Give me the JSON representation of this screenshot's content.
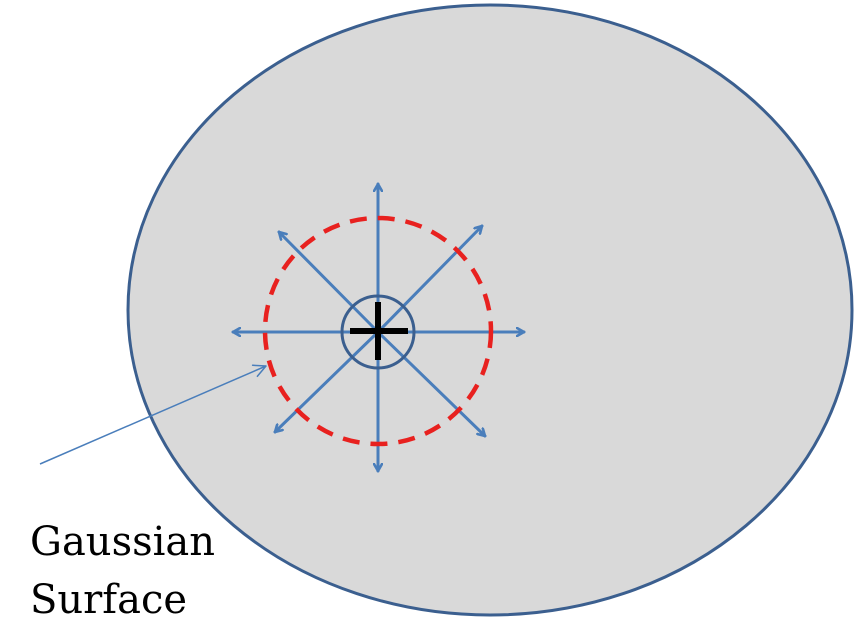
{
  "diagram": {
    "label": {
      "line1": "Gaussian",
      "line2": "Surface"
    },
    "colors": {
      "conductor_fill": "#d9d9d9",
      "conductor_stroke": "#3b5f8f",
      "field_arrow": "#4a7ebb",
      "gaussian_surface": "#e8211f",
      "charge_sign": "#000000",
      "charge_circle": "#3b5f8f",
      "pointer_line": "#4a7ebb"
    },
    "charge": {
      "sign": "positive"
    },
    "field_arrow_count": 8
  }
}
